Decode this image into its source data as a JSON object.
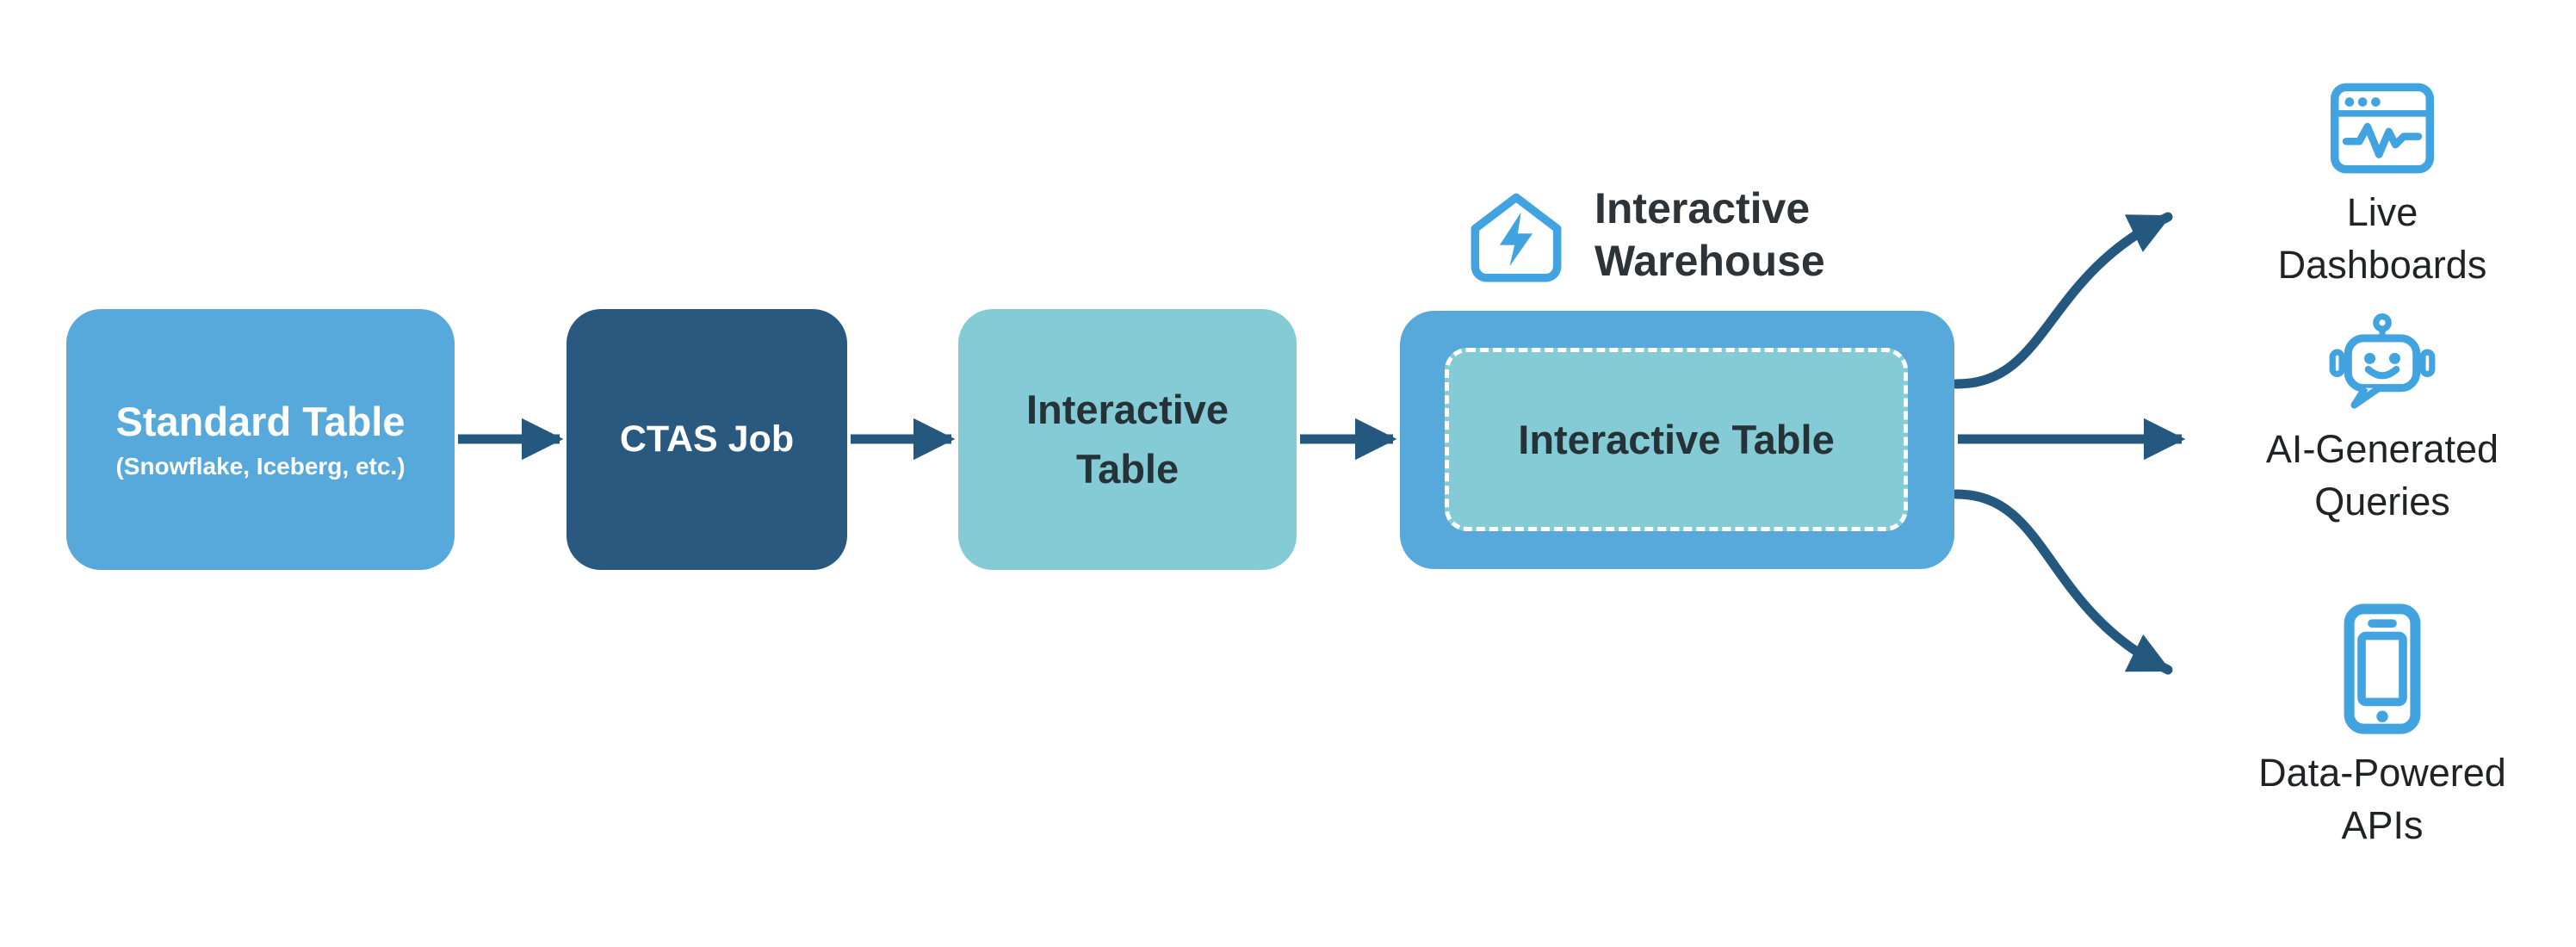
{
  "nodes": {
    "standard_table": {
      "title": "Standard Table",
      "subtitle": "(Snowflake, Iceberg, etc.)"
    },
    "ctas_job": {
      "label": "CTAS Job"
    },
    "interactive_table": {
      "label": "Interactive Table"
    },
    "warehouse": {
      "label": "Interactive Warehouse",
      "inner_label": "Interactive Table"
    }
  },
  "outputs": [
    {
      "label": "Live Dashboards",
      "icon": "dashboard-icon"
    },
    {
      "label": "AI-Generated Queries",
      "icon": "robot-icon"
    },
    {
      "label": "Data-Powered APIs",
      "icon": "smartphone-icon"
    }
  ],
  "colors": {
    "primary_blue": "#57A9DC",
    "navy": "#2A5980",
    "teal": "#85CBD5",
    "arrow_navy": "#24587F",
    "icon_blue": "#41A3DF",
    "text_dark": "#2E3338",
    "text_light": "#FFFFFF"
  }
}
